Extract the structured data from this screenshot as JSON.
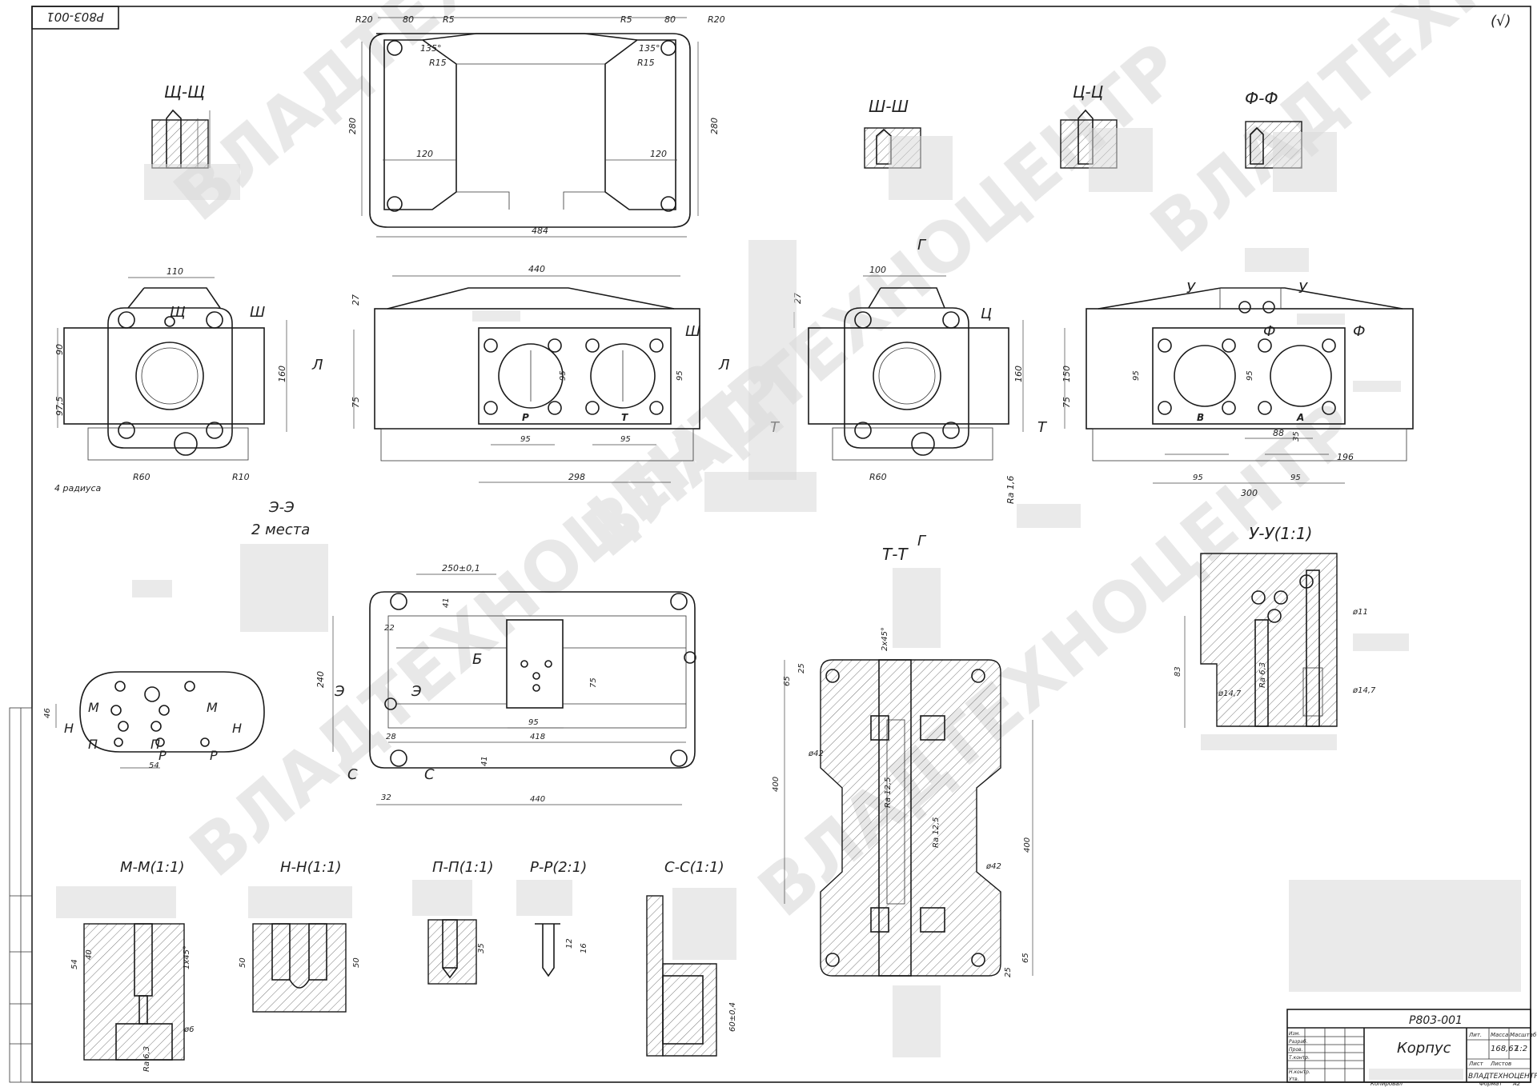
{
  "sheet": {
    "code_rotated": "P803-001",
    "roughness_mark": "(√)"
  },
  "watermark": "ВЛАДТЕХНОЦЕНТР",
  "sections": {
    "shsh_left": "Щ-Щ",
    "shsh_mid": "Ш-Ш",
    "ts": "Ц-Ц",
    "ff": "Ф-Ф",
    "ee": "Э-Э",
    "ee_sub": "2 места",
    "tt": "Т-Т",
    "uu": "У-У(1:1)",
    "mm": "М-М(1:1)",
    "nn": "Н-Н(1:1)",
    "pp": "П-П(1:1)",
    "rr": "Р-Р(2:1)",
    "ss": "С-С(1:1)"
  },
  "top_view": {
    "r20_l": "R20",
    "d80_l": "80",
    "r5_l": "R5",
    "a135_l": "135°",
    "r15_l": "R15",
    "r5_r": "R5",
    "d80_r": "80",
    "r20_r": "R20",
    "a135_r": "135°",
    "r15_r": "R15",
    "h280_l": "280",
    "h280_r": "280",
    "w120_l": "120",
    "w120_r": "120",
    "w484": "484"
  },
  "front_left": {
    "w110": "110",
    "h90": "90",
    "h97": "97,5",
    "h160": "160",
    "r60": "R60",
    "r10": "R10",
    "note": "4 радиуса"
  },
  "front_main": {
    "w440": "440",
    "h27": "27",
    "h75": "75",
    "w95a": "95",
    "w95b": "95",
    "w95c": "95",
    "w95d": "95",
    "w298": "298",
    "label_p": "Р",
    "label_t": "Т"
  },
  "side_mid": {
    "w100": "100",
    "h27": "27",
    "h160": "160",
    "r60": "R60",
    "ra16": "Ra 1,6"
  },
  "front_right": {
    "h150": "150",
    "h75": "75",
    "w95a": "95",
    "w95b": "95",
    "w88": "88",
    "w196": "196",
    "w35": "35",
    "w95c": "95",
    "w95d": "95",
    "w300": "300",
    "label_v": "В",
    "label_a": "А"
  },
  "markers": {
    "shch": "Щ",
    "sh": "Ш",
    "ts": "Ц",
    "l": "Л",
    "t": "Т",
    "g": "Г",
    "u": "У",
    "f": "Ф",
    "e": "Э",
    "s": "С",
    "b": "Б",
    "m": "М",
    "n": "Н",
    "p": "П",
    "r": "Р"
  },
  "plan_bottom": {
    "w250": "250±0,1",
    "h41a": "41",
    "w22": "22",
    "w28": "28",
    "h240": "240",
    "w95": "95",
    "w418": "418",
    "h75": "75",
    "h41b": "41",
    "w32": "32",
    "w440": "440"
  },
  "mm_detail": {
    "w54": "54",
    "h46": "46"
  },
  "tt_view": {
    "h65a": "65",
    "h25a": "25",
    "d42a": "ø42",
    "d42b": "ø42",
    "h400a": "400",
    "h400b": "400",
    "ra125a": "Ra 12,5",
    "ra125b": "Ra 12,5",
    "h65b": "65",
    "h25b": "25",
    "a2x45": "2х45°"
  },
  "uu_view": {
    "d11": "ø11",
    "h83": "83",
    "d147a": "ø14,7",
    "d147b": "ø14,7",
    "ra63": "Ra 6,3"
  },
  "small_sections": {
    "mm_54": "54",
    "mm_40": "40",
    "mm_1x45": "1х45°",
    "mm_d6": "ø6",
    "mm_ra": "Ra 6,3",
    "nn_50a": "50",
    "nn_50b": "50",
    "pp_35": "35",
    "rr_12": "12",
    "rr_16": "16",
    "ss_60": "60±0,4"
  },
  "title_block": {
    "doc_code": "P803-001",
    "name": "Корпус",
    "mass": "168,67",
    "scale": "1:2",
    "org": "ВЛАДТЕХНОЦЕНТР",
    "col_lit": "Лит.",
    "col_mass": "Масса",
    "col_scale": "Масштаб",
    "col_sheet": "Лист",
    "col_sheets": "Листов",
    "rows": [
      "Изм.",
      "Разраб.",
      "Пров.",
      "Т.контр.",
      "Н.контр.",
      "Утв."
    ],
    "format": "А2",
    "copied": "Копировал",
    "format_label": "Формат"
  }
}
